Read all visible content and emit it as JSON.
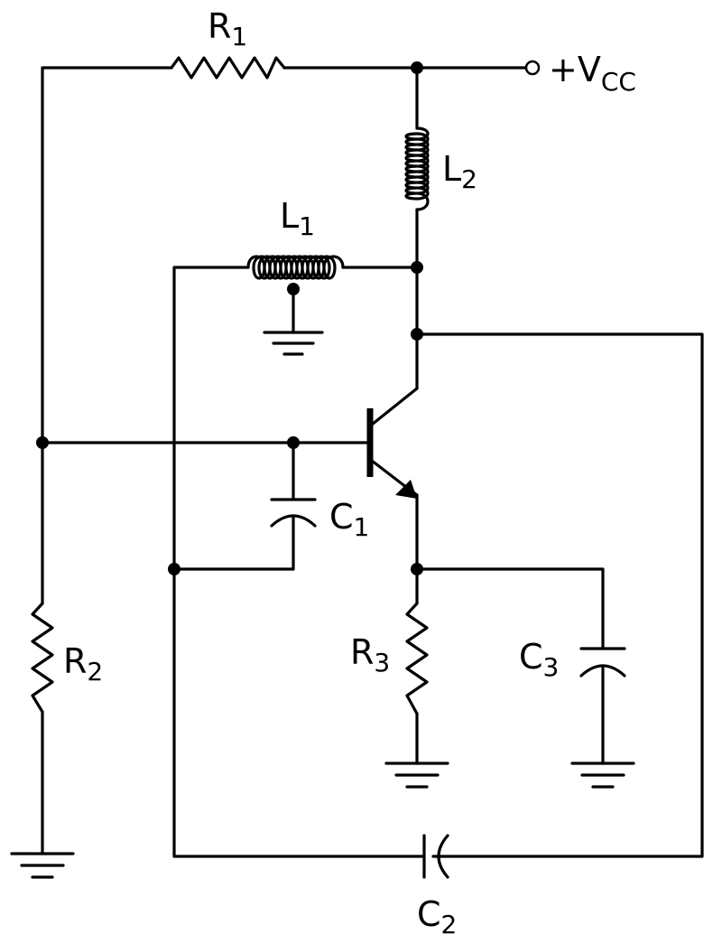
{
  "diagram": {
    "components": {
      "r1": {
        "name": "R",
        "sub": "1"
      },
      "r2": {
        "name": "R",
        "sub": "2"
      },
      "r3": {
        "name": "R",
        "sub": "3"
      },
      "l1": {
        "name": "L",
        "sub": "1"
      },
      "l2": {
        "name": "L",
        "sub": "2"
      },
      "c1": {
        "name": "C",
        "sub": "1"
      },
      "c2": {
        "name": "C",
        "sub": "2"
      },
      "c3": {
        "name": "C",
        "sub": "3"
      }
    },
    "supply": {
      "prefix": "+V",
      "sub": "CC"
    }
  }
}
